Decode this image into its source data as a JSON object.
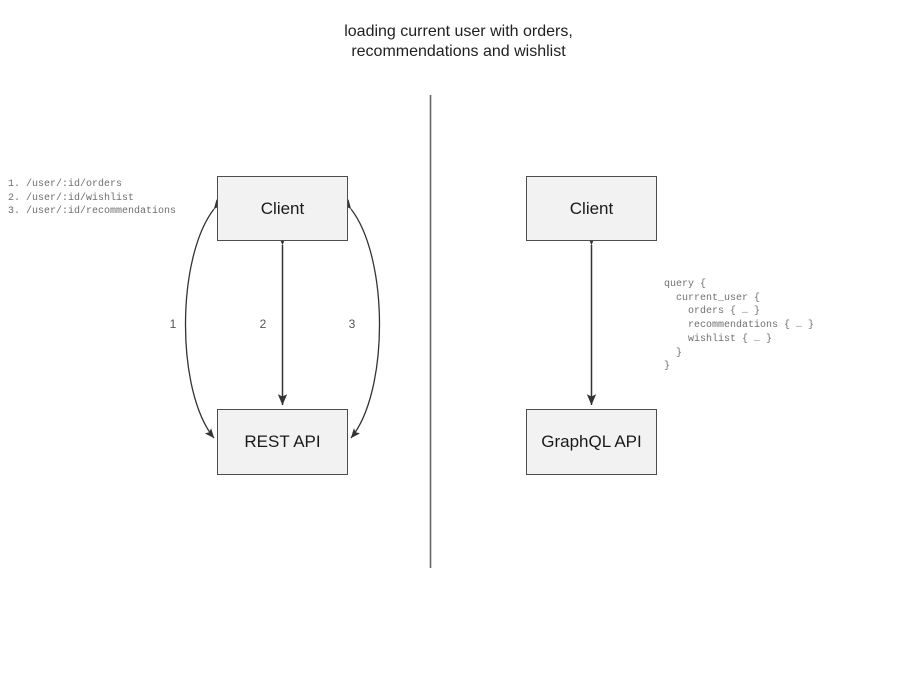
{
  "title": "loading current user with orders,\nrecommendations and wishlist",
  "colors": {
    "box_fill": "#f2f2f2",
    "box_stroke": "#4d4d4d",
    "arrow_stroke": "#333333",
    "divider": "#666666",
    "code_text": "#707070",
    "title_text": "#1f1f1f"
  },
  "rest_side": {
    "endpoints": "1. /user/:id/orders\n2. /user/:id/wishlist\n3. /user/:id/recommendations",
    "client_label": "Client",
    "api_label": "REST API",
    "edge_labels": [
      "1",
      "2",
      "3"
    ]
  },
  "graphql_side": {
    "client_label": "Client",
    "api_label": "GraphQL API",
    "query": "query {\n  current_user {\n    orders { … }\n    recommendations { … }\n    wishlist { … }\n  }\n}"
  }
}
